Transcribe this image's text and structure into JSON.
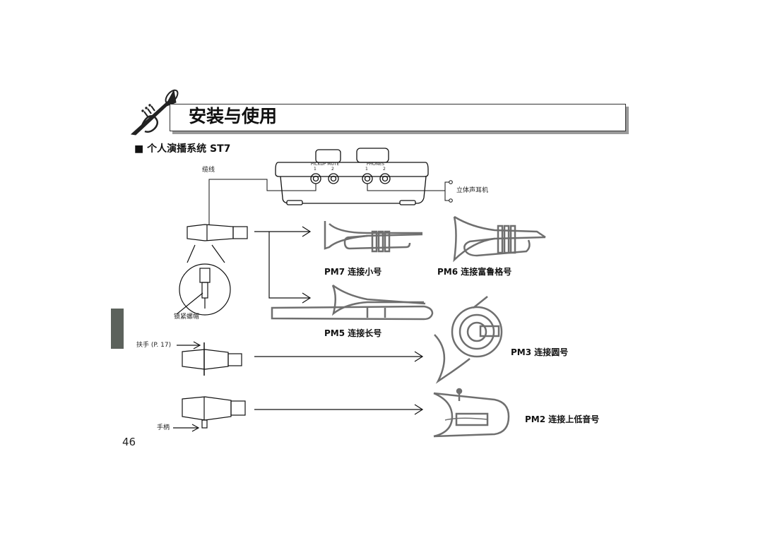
{
  "header": {
    "title": "安装与使用"
  },
  "section": {
    "marker": "■",
    "title": "个人演播系统 ST7"
  },
  "device": {
    "label_cable": "缆线",
    "port_group_pickup": "PICKUP  MUTE",
    "port_group_phones": "PHONES",
    "port_numbers": [
      "1",
      "2",
      "1",
      "2"
    ],
    "label_headphones": "立体声耳机"
  },
  "labels": {
    "lock_cap": "锁紧螺帽",
    "handle_ref": "扶手 (P. 17)",
    "grip": "手柄"
  },
  "pickups": [
    {
      "model": "PM7",
      "text": "连接小号"
    },
    {
      "model": "PM6",
      "text": "连接富鲁格号"
    },
    {
      "model": "PM5",
      "text": "连接长号"
    },
    {
      "model": "PM3",
      "text": "连接圆号"
    },
    {
      "model": "PM2",
      "text": "连接上低音号"
    }
  ],
  "page_number": "46",
  "colors": {
    "tab": "#5c625c",
    "instrument": "#6f6f6f",
    "shadow": "#9a9a9a"
  }
}
